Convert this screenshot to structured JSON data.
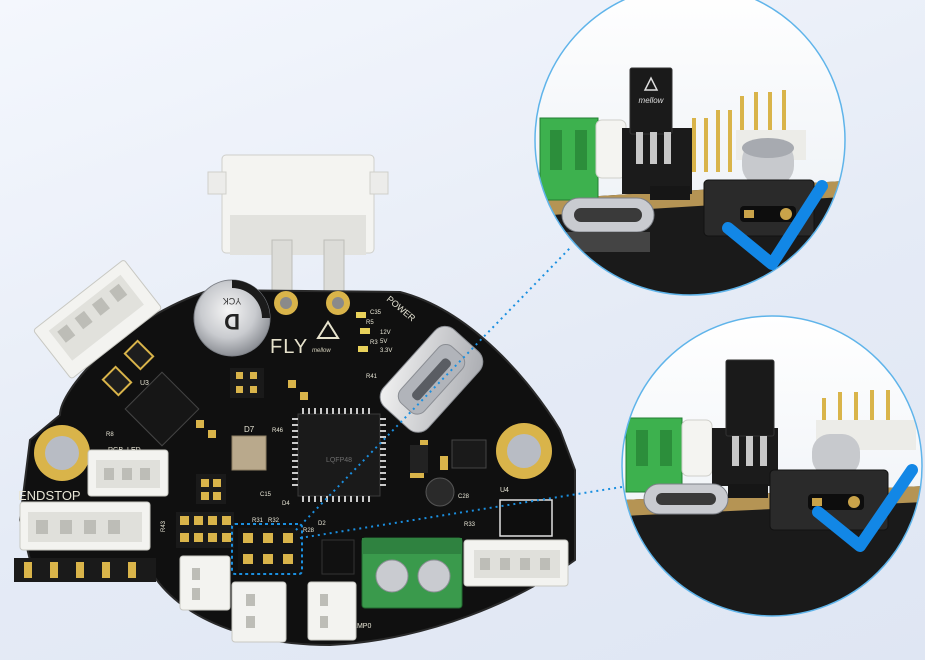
{
  "image": {
    "description_colors": {
      "background": "#e6ecf6",
      "pcb": "#111111",
      "gold": "#d9b44a",
      "callout_line": "#1a8fe0",
      "check": "#1287e6",
      "terminal_green": "#3a9a4c",
      "connector_white": "#f2f2ee"
    }
  },
  "board": {
    "brand": "FLY",
    "sublogo": "mellow",
    "labels": {
      "power": "POWER",
      "endstop": "ENDSTOP",
      "rgb_led": "RGB_LED",
      "temp0": "TEMP0",
      "u3": "U3",
      "u4": "U4",
      "d7": "D7",
      "r8": "R8",
      "cap": "D",
      "cap_mark": "YCK",
      "chip": "LQFP48",
      "r46": "R46",
      "r28": "R28",
      "d2": "D2",
      "c15": "C15",
      "d4": "D4",
      "r31": "R31",
      "r32": "R32",
      "r33": "R33",
      "c28": "C28",
      "c35": "C35",
      "r5": "R5",
      "r3": "R3",
      "r41": "R41",
      "v12": "12V",
      "v5": "5V",
      "v33": "3.3V",
      "r43": "R43"
    }
  },
  "zoom_top": {
    "status": "correct",
    "chip_logo": "mellow"
  },
  "zoom_bottom": {
    "status": "correct"
  }
}
